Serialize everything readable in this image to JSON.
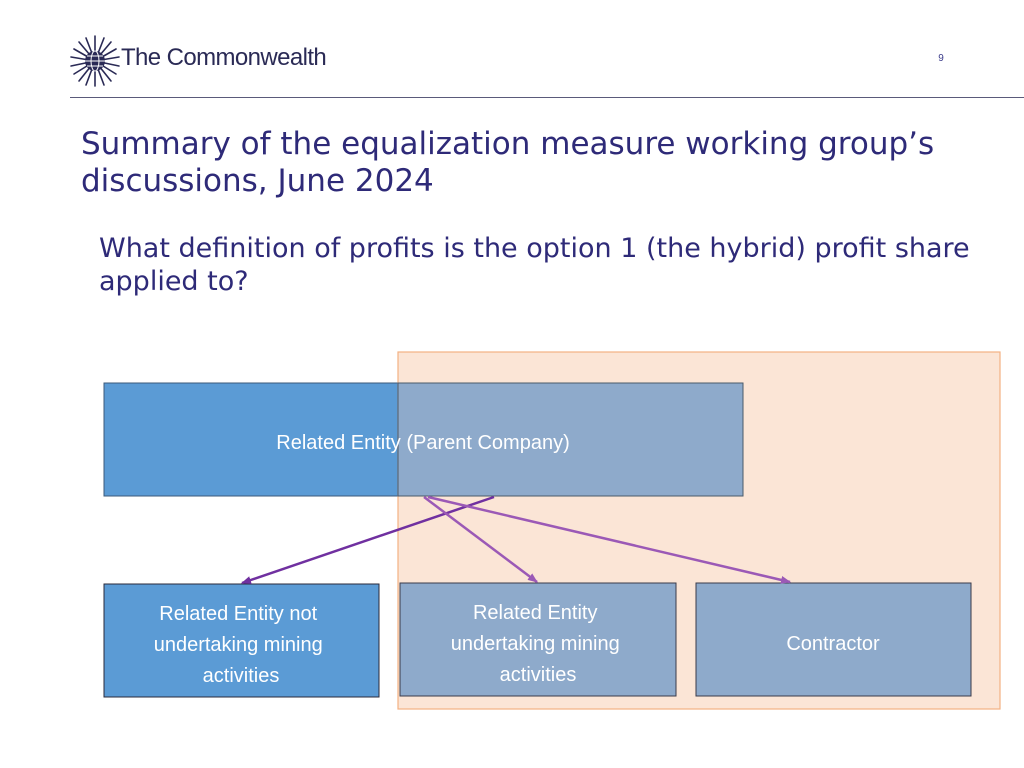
{
  "header": {
    "logo_text": "The Commonwealth",
    "page_number": "9"
  },
  "title": "Summary of the equalization measure working group’s discussions, June 2024",
  "question": "What definition of profits is the option 1 (the hybrid) profit share applied to?",
  "diagram": {
    "parent": {
      "label": "Related Entity (Parent Company)"
    },
    "children": [
      {
        "lines": [
          "Related Entity not",
          "undertaking mining",
          "activities"
        ]
      },
      {
        "lines": [
          "Related Entity",
          "undertaking mining",
          "activities"
        ]
      },
      {
        "lines": [
          "Contractor"
        ]
      }
    ],
    "colors": {
      "box_blue": "#5b9bd5",
      "box_grey_blue": "#8eaacb",
      "highlight_fill": "#fbe5d6",
      "highlight_border": "#f4b183",
      "arrow_dark_purple": "#7030a0",
      "arrow_light_purple": "#9b59b6",
      "title_text": "#2e2a78"
    }
  }
}
